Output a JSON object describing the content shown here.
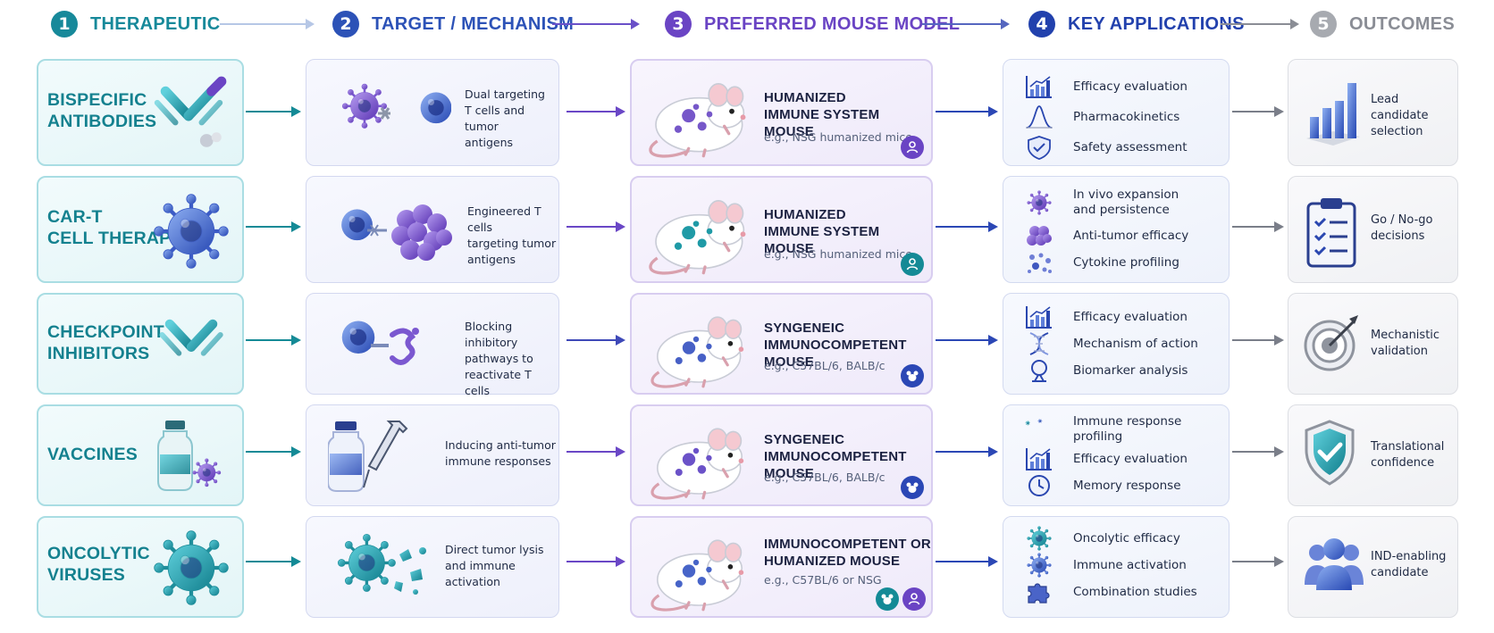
{
  "header": [
    {
      "num": "1",
      "label": "THERAPEUTIC",
      "color": "#17899a"
    },
    {
      "num": "2",
      "label": "TARGET / MECHANISM",
      "color": "#2c52b7"
    },
    {
      "num": "3",
      "label": "PREFERRED MOUSE MODEL",
      "color": "#6a44c4"
    },
    {
      "num": "4",
      "label": "KEY APPLICATIONS",
      "color": "#2241ad"
    },
    {
      "num": "5",
      "label": "OUTCOMES",
      "color": "#8a8d95"
    }
  ],
  "rows": [
    {
      "therapeutic": {
        "line1": "BISPECIFIC",
        "line2": "ANTIBODIES",
        "icon": "bispecific-antibody-icon"
      },
      "mechanism": {
        "line1": "Dual targeting",
        "line2": "T cells and tumor",
        "line3": "antigens",
        "icon": "dual-target-cells-icon"
      },
      "mouse": {
        "line1": "HUMANIZED",
        "line2": "IMMUNE SYSTEM MOUSE",
        "example": "e.g., NSG humanized mice",
        "badge": "person-badge-icon"
      },
      "applications": [
        {
          "label": "Efficacy evaluation",
          "icon": "bar-chart-icon"
        },
        {
          "label": "Pharmacokinetics",
          "icon": "pk-curve-icon"
        },
        {
          "label": "Safety assessment",
          "icon": "shield-check-icon"
        }
      ],
      "outcome": {
        "line1": "Lead candidate",
        "line2": "selection",
        "icon": "bar-chart-3d-icon"
      }
    },
    {
      "therapeutic": {
        "line1": "CAR-T",
        "line2": "CELL THERAPY",
        "icon": "car-t-cell-icon"
      },
      "mechanism": {
        "line1": "Engineered T cells",
        "line2": "targeting tumor",
        "line3": "antigens",
        "icon": "engineered-t-cell-icon"
      },
      "mouse": {
        "line1": "HUMANIZED",
        "line2": "IMMUNE SYSTEM MOUSE",
        "example": "e.g., NSG humanized mice",
        "badge": "person-badge-icon"
      },
      "applications": [
        {
          "label": "In vivo expansion",
          "label2": "and persistence",
          "icon": "t-cell-icon"
        },
        {
          "label": "Anti-tumor efficacy",
          "icon": "tumor-cluster-icon"
        },
        {
          "label": "Cytokine profiling",
          "icon": "cytokine-icon"
        }
      ],
      "outcome": {
        "line1": "Go / No-go",
        "line2": "decisions",
        "icon": "clipboard-checklist-icon"
      }
    },
    {
      "therapeutic": {
        "line1": "CHECKPOINT",
        "line2": "INHIBITORS",
        "icon": "antibody-icon"
      },
      "mechanism": {
        "line1": "Blocking inhibitory",
        "line2": "pathways to",
        "line3": "reactivate T cells",
        "icon": "checkpoint-block-icon"
      },
      "mouse": {
        "line1": "SYNGENEIC",
        "line2": "IMMUNOCOMPETENT MOUSE",
        "example": "e.g., C57BL/6, BALB/c",
        "badge": "mouse-badge-icon"
      },
      "applications": [
        {
          "label": "Efficacy evaluation",
          "icon": "bar-chart-icon"
        },
        {
          "label": "Mechanism of action",
          "icon": "dna-icon"
        },
        {
          "label": "Biomarker analysis",
          "icon": "magnifier-icon"
        }
      ],
      "outcome": {
        "line1": "Mechanistic",
        "line2": "validation",
        "icon": "target-icon"
      }
    },
    {
      "therapeutic": {
        "line1": "VACCINES",
        "line2": "",
        "icon": "vaccine-vial-icon"
      },
      "mechanism": {
        "line1": "Inducing anti-tumor",
        "line2": "immune responses",
        "line3": "",
        "icon": "vial-syringe-icon"
      },
      "mouse": {
        "line1": "SYNGENEIC",
        "line2": "IMMUNOCOMPETENT MOUSE",
        "example": "e.g., C57BL/6, BALB/c",
        "badge": "mouse-badge-icon"
      },
      "applications": [
        {
          "label": "Immune response",
          "label2": "profiling",
          "icon": "immune-cells-icon"
        },
        {
          "label": "Efficacy evaluation",
          "icon": "bar-chart-icon"
        },
        {
          "label": "Memory response",
          "icon": "clock-icon"
        }
      ],
      "outcome": {
        "line1": "Translational",
        "line2": "confidence",
        "icon": "shield-check-large-icon"
      }
    },
    {
      "therapeutic": {
        "line1": "ONCOLYTIC",
        "line2": "VIRUSES",
        "icon": "virus-icon"
      },
      "mechanism": {
        "line1": "Direct tumor lysis",
        "line2": "and immune",
        "line3": "activation",
        "icon": "virus-lysis-icon"
      },
      "mouse": {
        "line1": "IMMUNOCOMPETENT OR",
        "line2": "HUMANIZED MOUSE",
        "example": "e.g., C57BL/6 or NSG",
        "badge": "mouse-and-person-badge-icon"
      },
      "applications": [
        {
          "label": "Oncolytic efficacy",
          "icon": "virus-small-icon"
        },
        {
          "label": "Immune activation",
          "icon": "activated-cell-icon"
        },
        {
          "label": "Combination studies",
          "icon": "puzzle-icon"
        }
      ],
      "outcome": {
        "line1": "IND-enabling",
        "line2": "candidate",
        "icon": "people-group-icon"
      }
    }
  ]
}
